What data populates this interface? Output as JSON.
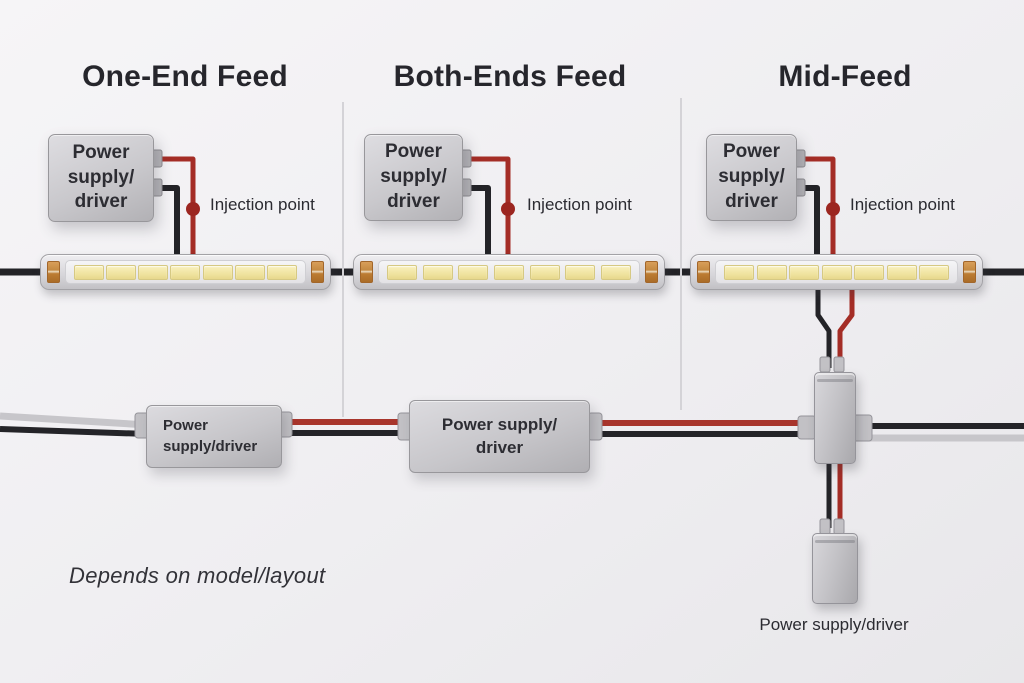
{
  "sections": [
    {
      "title": "One-End Feed",
      "psu_line1": "Power",
      "psu_line2": "supply/",
      "psu_line3": "driver",
      "injection": "Injection point"
    },
    {
      "title": "Both-Ends Feed",
      "psu_line1": "Power",
      "psu_line2": "supply/",
      "psu_line3": "driver",
      "injection": "Injection point"
    },
    {
      "title": "Mid-Feed",
      "psu_line1": "Power",
      "psu_line2": "supply/",
      "psu_line3": "driver",
      "injection": "Injection point"
    }
  ],
  "bottom_row": {
    "inline_psu_left": {
      "line1": "Power",
      "line2": "supply/driver"
    },
    "inline_psu_center": {
      "line1": "Power supply/",
      "line2": "driver"
    },
    "mid_feed_psu_label": "Power supply/driver",
    "note": "Depends on model/layout"
  },
  "colors": {
    "wire_red": "#a42d26",
    "wire_black": "#232327",
    "wire_silver": "#c7c6ca",
    "led_yellow": "#f2e7a9",
    "copper_pad": "#c08441",
    "enclosure_gray": "#c6c5c9",
    "background": "#efeef0",
    "text_dark": "#26262c"
  }
}
